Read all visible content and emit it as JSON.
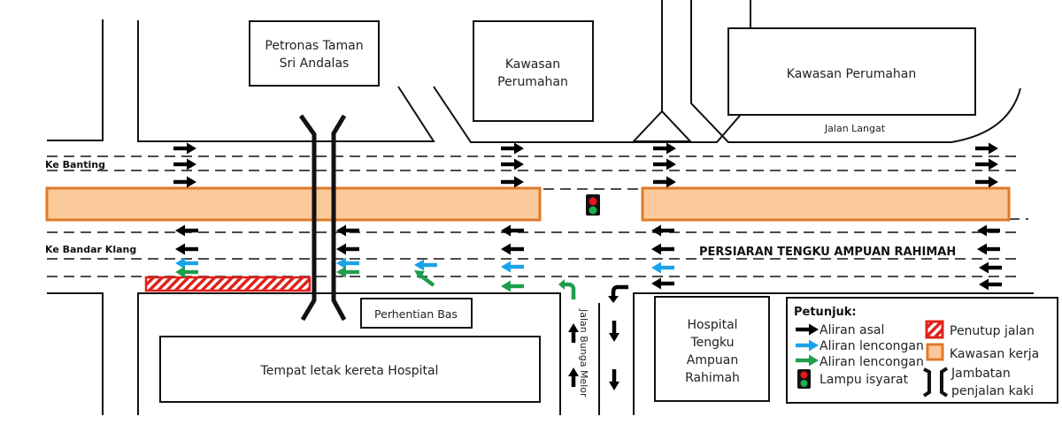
{
  "colors": {
    "original_flow": "#000000",
    "detour_blue": "#1aa3e8",
    "detour_green": "#1e9e4a",
    "work_zone_fill": "#fbc99a",
    "work_zone_stroke": "#e07a28",
    "road_closure": "#e0201c",
    "signal_red": "#e8141c",
    "signal_green": "#1bb04a"
  },
  "buildings": {
    "petronas": [
      "Petronas Taman",
      "Sri Andalas"
    ],
    "kawasan_perumahan_1": [
      "Kawasan",
      "Perumahan"
    ],
    "kawasan_perumahan_2": "Kawasan Perumahan",
    "perhentian_bas": "Perhentian Bas",
    "tempat_letak_kereta": "Tempat letak kereta Hospital",
    "hospital": [
      "Hospital",
      "Tengku",
      "Ampuan",
      "Rahimah"
    ]
  },
  "roads": {
    "jalan_langat": "Jalan Langat",
    "ke_banting": "Ke Banting",
    "ke_bandar_klang": "Ke Bandar Klang",
    "persiaran": "PERSIARAN TENGKU AMPUAN RAHIMAH",
    "jalan_bunga_melor": "Jalan Bunga Melor"
  },
  "legend": {
    "title": "Petunjuk:",
    "items": [
      {
        "icon": "black-arrow-icon",
        "label": "Aliran asal"
      },
      {
        "icon": "blue-arrow-icon",
        "label": "Aliran lencongan"
      },
      {
        "icon": "green-arrow-icon",
        "label": "Aliran lencongan"
      },
      {
        "icon": "traffic-light-icon",
        "label": "Lampu isyarat"
      },
      {
        "icon": "road-closure-icon",
        "label": "Penutup jalan"
      },
      {
        "icon": "work-zone-icon",
        "label": "Kawasan kerja"
      },
      {
        "icon": "pedestrian-bridge-icon",
        "label": [
          "Jambatan",
          "penjalan kaki"
        ]
      }
    ]
  }
}
